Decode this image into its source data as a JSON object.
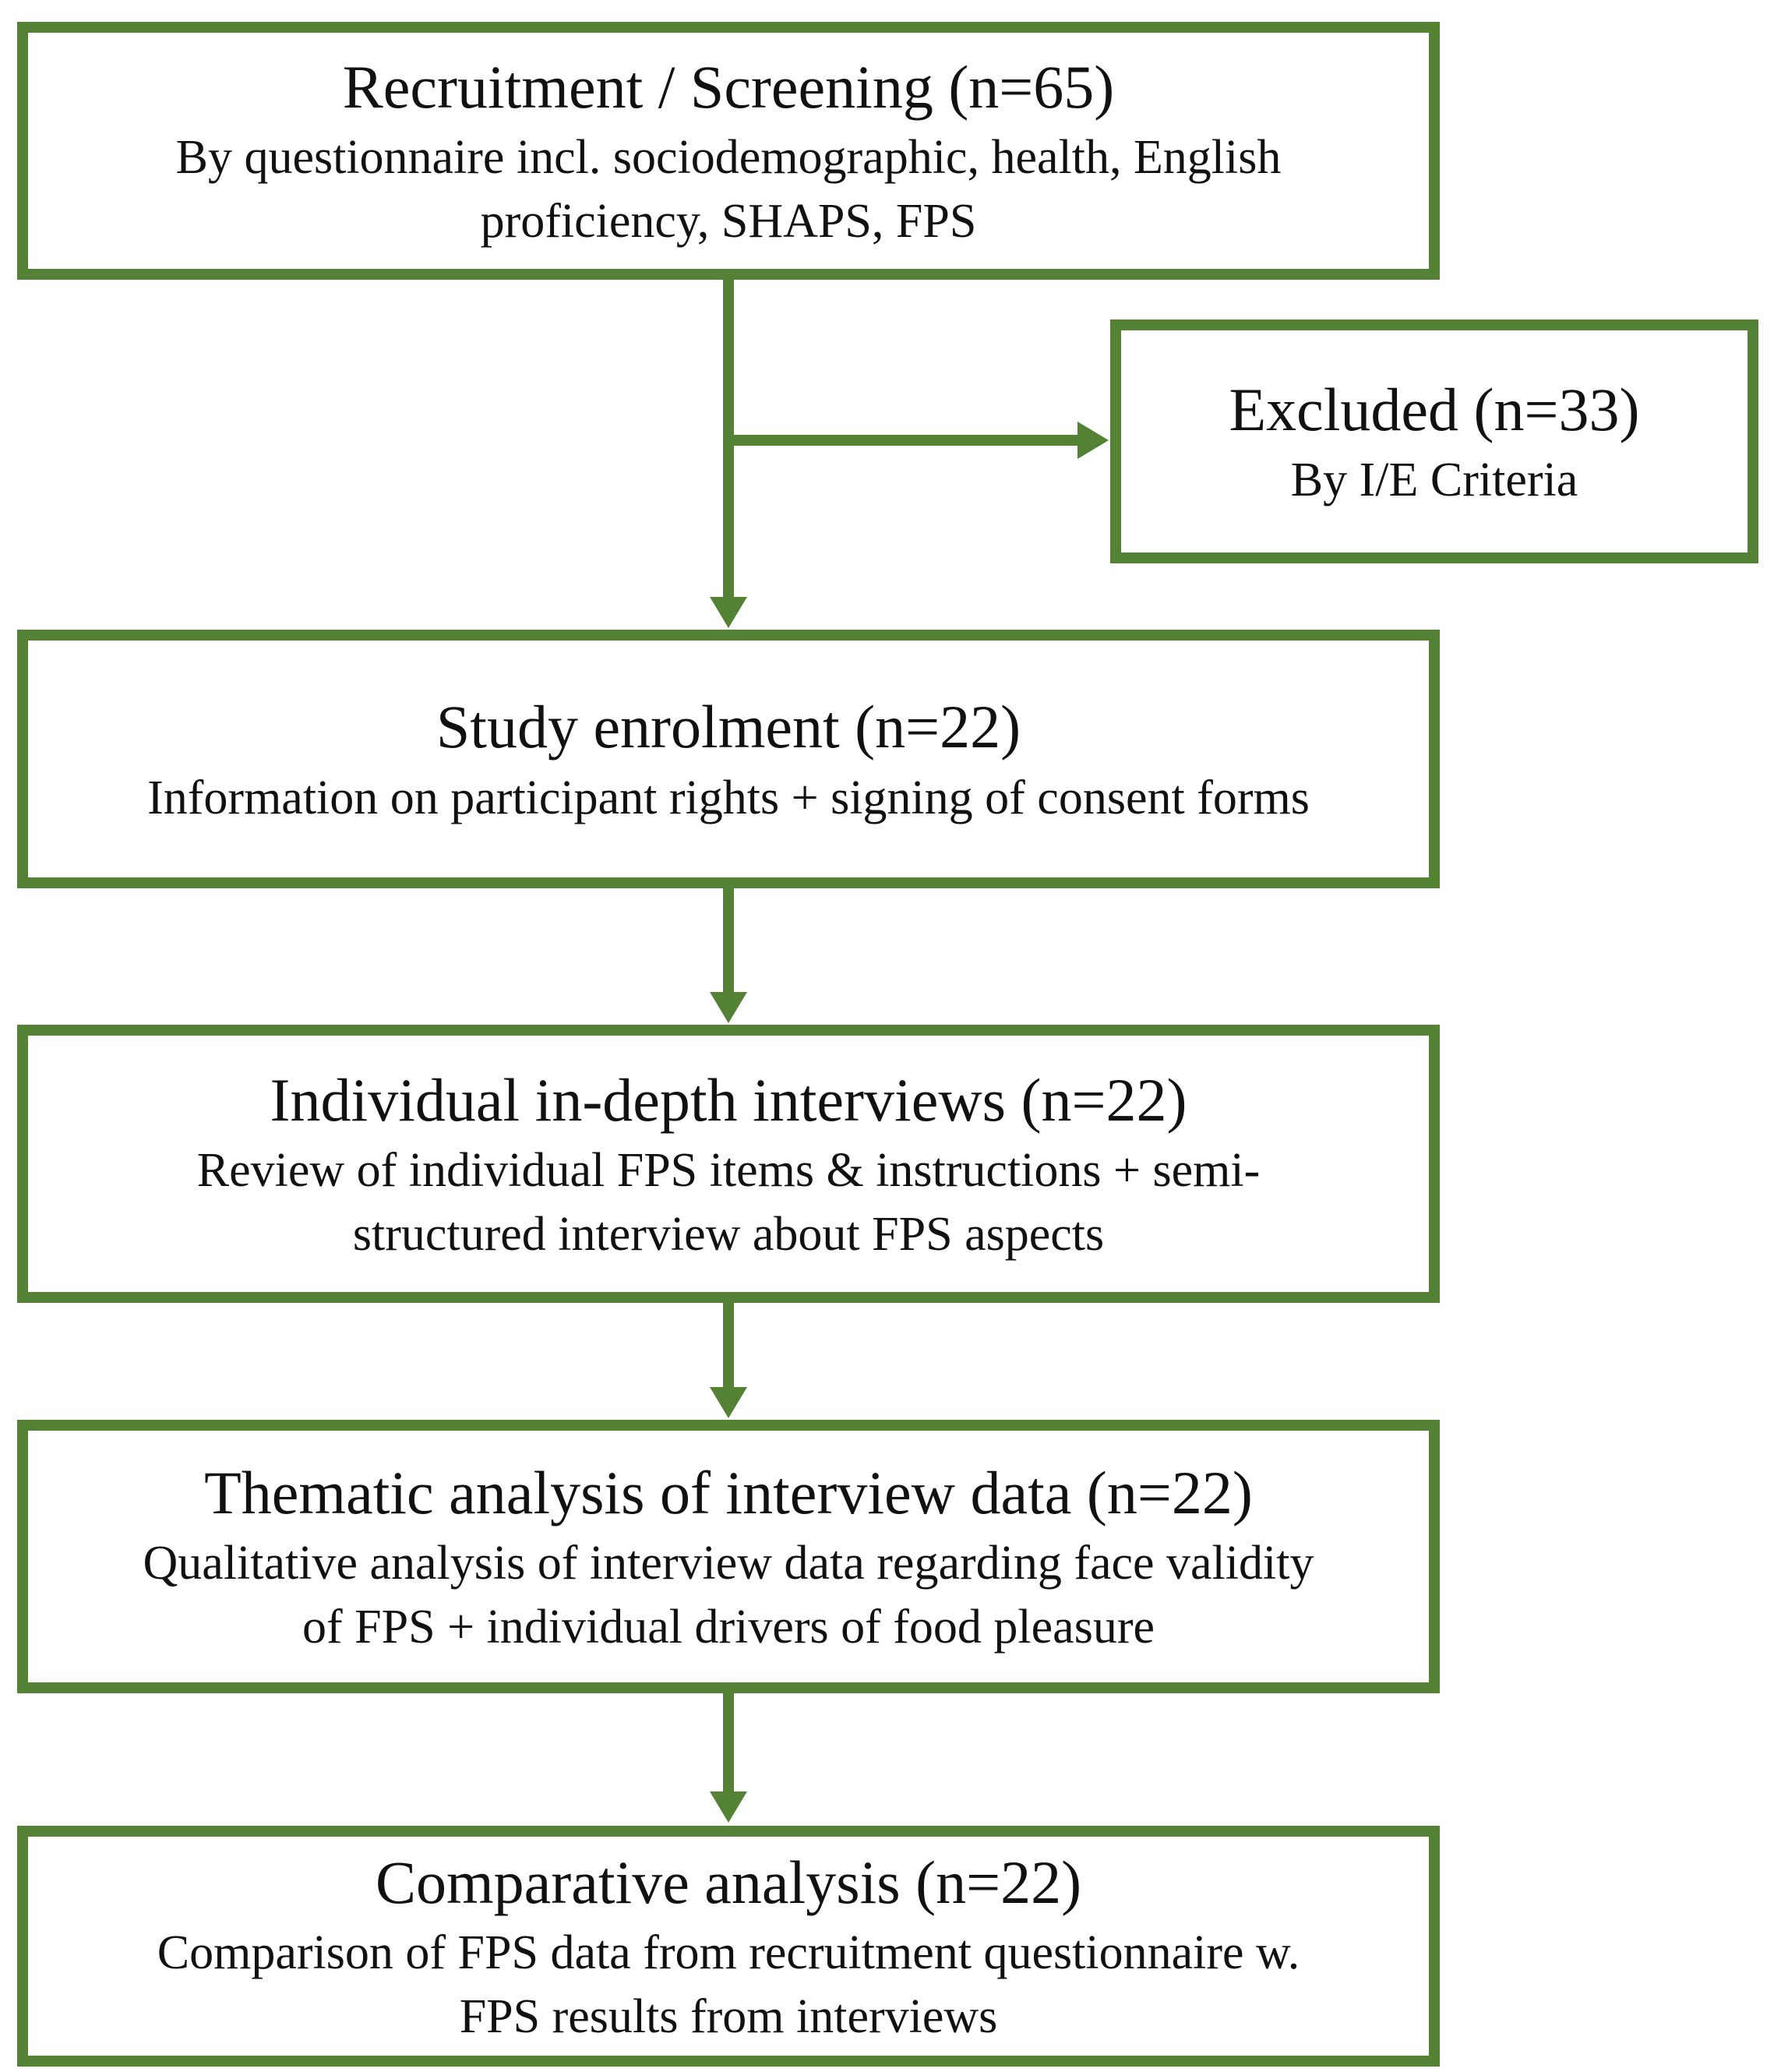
{
  "diagram": {
    "colors": {
      "accent": "#548235",
      "text": "#111111",
      "background": "#ffffff"
    },
    "boxes": [
      {
        "title": "Recruitment / Screening (n=65)",
        "subtitle": "By questionnaire incl. sociodemographic, health, English\nproficiency, SHAPS, FPS"
      },
      {
        "title": "Excluded (n=33)",
        "subtitle": "By I/E Criteria"
      },
      {
        "title": "Study enrolment (n=22)",
        "subtitle": "Information on participant rights + signing of consent forms"
      },
      {
        "title": "Individual in-depth interviews (n=22)",
        "subtitle": "Review of individual FPS items & instructions + semi-\nstructured interview about FPS aspects"
      },
      {
        "title": "Thematic analysis of interview data (n=22)",
        "subtitle": "Qualitative analysis of interview data regarding face validity\nof FPS + individual drivers of food pleasure"
      },
      {
        "title": "Comparative analysis (n=22)",
        "subtitle": "Comparison of FPS data from recruitment questionnaire w.\nFPS results from interviews"
      }
    ]
  }
}
